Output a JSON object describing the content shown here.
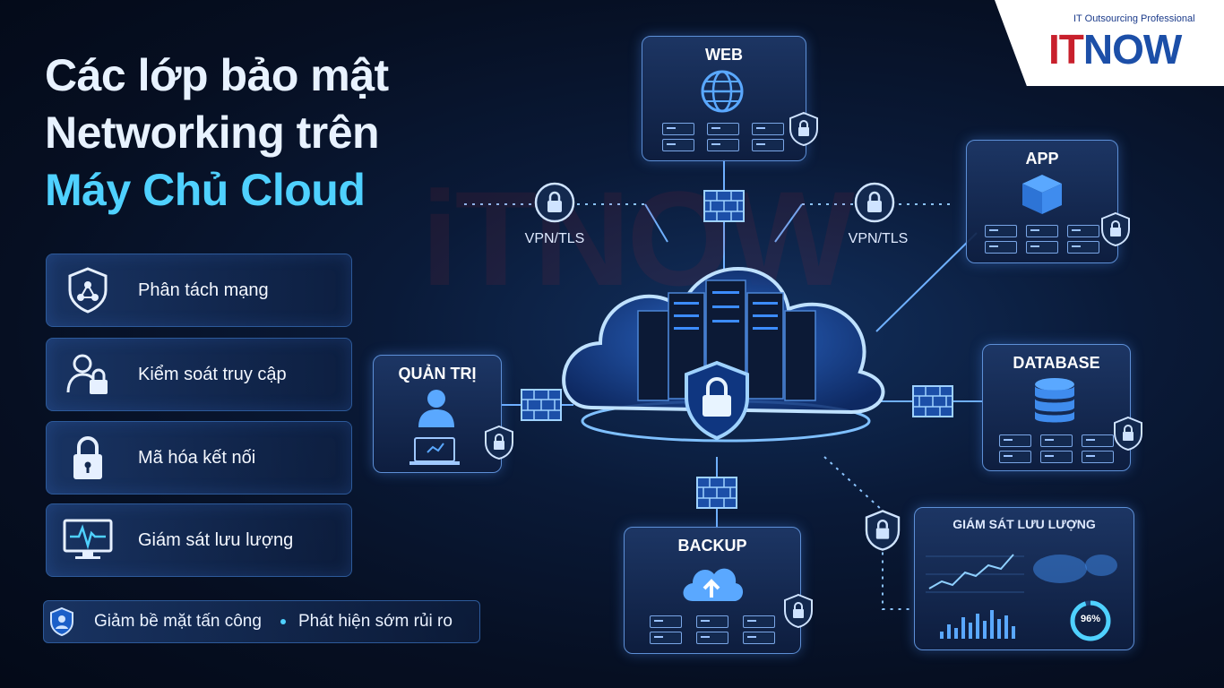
{
  "title": {
    "line1": "Các lớp bảo mật",
    "line2": "Networking trên",
    "line3": "Máy Chủ Cloud"
  },
  "features": [
    {
      "label": "Phân tách mạng",
      "icon": "network-shield-icon"
    },
    {
      "label": "Kiểm soát truy cập",
      "icon": "user-lock-icon"
    },
    {
      "label": "Mã hóa kết nối",
      "icon": "padlock-icon"
    },
    {
      "label": "Giám sát lưu lượng",
      "icon": "monitor-pulse-icon"
    }
  ],
  "bottom_bar": {
    "item1": "Giảm bề mặt tấn công",
    "item2": "Phát hiện sớm rủi ro",
    "icon": "shield-user-icon"
  },
  "logo": {
    "tagline": "IT Outsourcing Professional",
    "brand_it": "IT",
    "brand_now": "NOW"
  },
  "watermark": "iTNOW",
  "nodes": {
    "web": "WEB",
    "app": "APP",
    "database": "DATABASE",
    "admin": "QUẢN TRỊ",
    "backup": "BACKUP",
    "monitor": "GIÁM SÁT LƯU LƯỢNG"
  },
  "vpn_left": "VPN/TLS",
  "vpn_right": "VPN/TLS",
  "monitor_gauge": "96%",
  "colors": {
    "accent": "#4fd1ff",
    "brand_red": "#c8202c",
    "brand_blue": "#1c4fa8",
    "node_border": "#5d8fd6"
  }
}
